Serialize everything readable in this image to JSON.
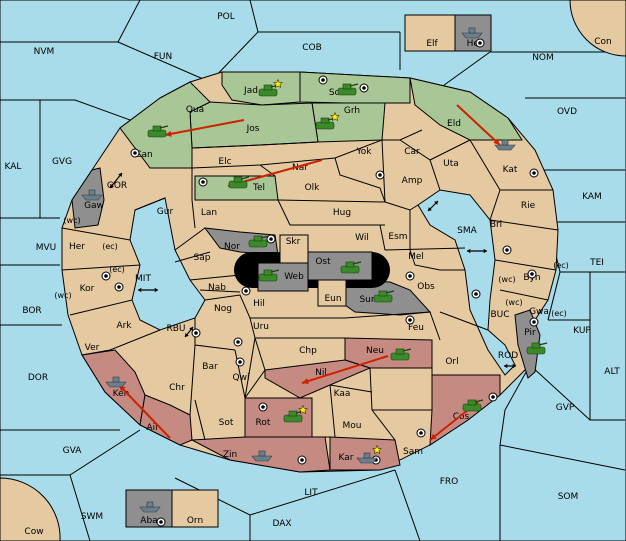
{
  "colors": {
    "sea": "#a9dcea",
    "land": "#e5c9a0",
    "green": "#a9c796",
    "red": "#c58a82",
    "gray": "#8f8f8f",
    "black": "#000000",
    "order": "#cc2200",
    "unit_green": "#3a8a2a",
    "unit_gray": "#6b7f8a",
    "star": "#ffee00"
  },
  "seas": {
    "pol": "POL",
    "nvm": "NVM",
    "fun": "FUN",
    "cob": "COB",
    "nom": "NOM",
    "con": "Con",
    "ovd": "OVD",
    "kal": "KAL",
    "gvg": "GVG",
    "kam": "KAM",
    "mvu": "MVU",
    "tei": "TEI",
    "bor": "BOR",
    "kup": "KUP",
    "dor": "DOR",
    "alt": "ALT",
    "gvp": "GVP",
    "gva": "GVA",
    "fro": "FRO",
    "som": "SOM",
    "lit": "LIT",
    "swm": "SWM",
    "dax": "DAX",
    "cow": "Cow",
    "mit": "MIT",
    "rbu": "RBU",
    "sma": "SMA",
    "gor": "GOR",
    "buc": "BUC",
    "rod": "ROD"
  },
  "provinces": {
    "jad": "Jad",
    "sch": "Sch",
    "qua": "Qua",
    "jos": "Jos",
    "grh": "Grh",
    "eld": "Eld",
    "can": "Can",
    "elc": "Elc",
    "nar": "Nar",
    "yok": "Yok",
    "car": "Car",
    "uta": "Uta",
    "kat": "Kat",
    "tel": "Tel",
    "olk": "Olk",
    "amp": "Amp",
    "gur": "Gur",
    "lan": "Lan",
    "hug": "Hug",
    "rie": "Rie",
    "gaw": "Gaw",
    "wil": "Wil",
    "esm": "Esm",
    "bri": "Bri",
    "her": "Her",
    "nor": "Nor",
    "skr": "Skr",
    "ost": "Ost",
    "sap": "Sap",
    "web": "Web",
    "mel": "Mel",
    "byn": "Byn",
    "kor": "Kor",
    "nab": "Nab",
    "eun": "Eun",
    "sun": "Sun",
    "obs": "Obs",
    "gwa": "Gwa",
    "hil": "Hil",
    "ark": "Ark",
    "nog": "Nog",
    "uru": "Uru",
    "feu": "Feu",
    "pir": "Pir",
    "ver": "Ver",
    "chp": "Chp",
    "neu": "Neu",
    "orl": "Orl",
    "bar": "Bar",
    "qwi": "Qwi",
    "nil": "Nil",
    "ken": "Ken",
    "chr": "Chr",
    "kaa": "Kaa",
    "rot": "Rot",
    "sot": "Sot",
    "mou": "Mou",
    "cos": "Cos",
    "ail": "Ail",
    "zin": "Zin",
    "kar": "Kar",
    "sam": "Sam",
    "elf": "Elf",
    "hel": "Hel",
    "aba": "Aba",
    "orn": "Orn"
  },
  "coast_tags": {
    "wc_gaw": "(wc)",
    "ec_gaw": "(ec)",
    "ec_kor": "(ec)",
    "wc_kor": "(wc)",
    "wc_byn": "(wc)",
    "ec_byn": "(ec)",
    "wc_gwa": "(wc)",
    "ec_gwa": "(ec)"
  }
}
